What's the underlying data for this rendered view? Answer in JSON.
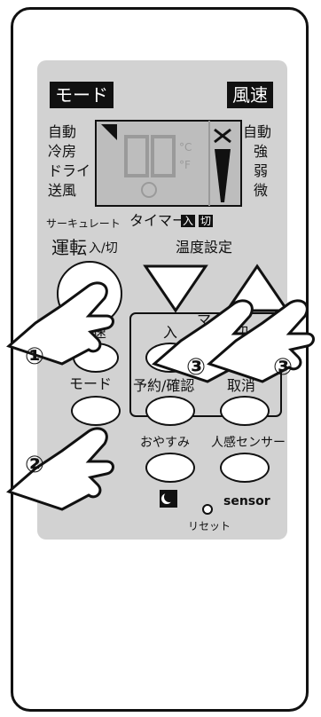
{
  "display": {
    "mode_label": "モード",
    "fan_label": "風速",
    "modes": [
      "自動",
      "冷房",
      "ドライ",
      "送風"
    ],
    "fan_levels": [
      "自動",
      "強",
      "弱",
      "微"
    ],
    "circulate_label": "サーキュレート",
    "timer_label": "タイマー",
    "timer_on_box": "入",
    "timer_off_box": "切"
  },
  "buttons": {
    "power_label": "運転",
    "power_sub": "入/切",
    "temp_label": "温度設定",
    "fan_speed_short": "速",
    "timer_on_short": "入",
    "timer_off_short": "切",
    "timer_group_fragment": "マー",
    "mode_label": "モード",
    "reserve_label": "予約/確認",
    "cancel_label": "取消",
    "sleep_label": "おやすみ",
    "sensor_label": "人感センサー",
    "sensor_logo": "sensor",
    "reset_label": "リセット"
  },
  "steps": [
    "①",
    "②",
    "③",
    "③"
  ]
}
